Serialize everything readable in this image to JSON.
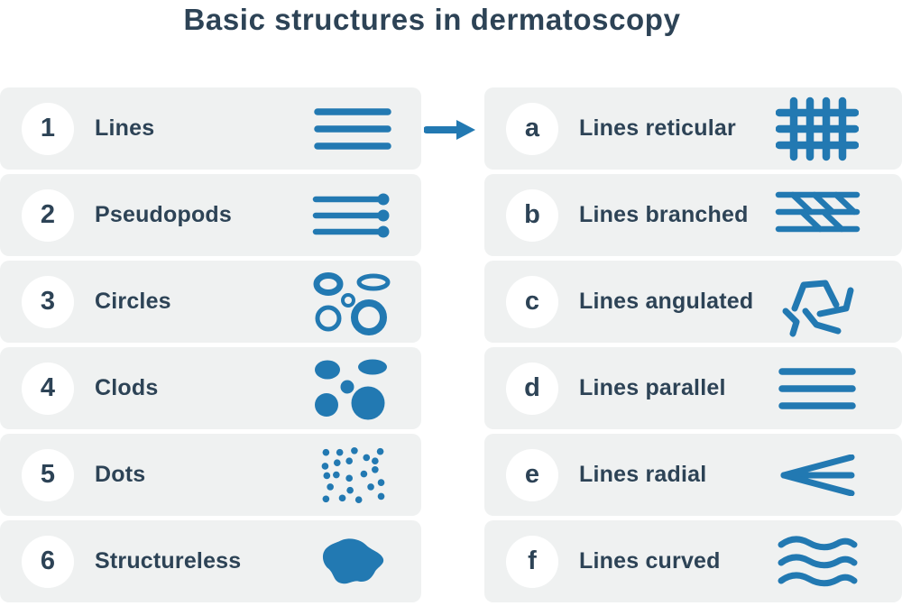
{
  "title": "Basic structures in dermatoscopy",
  "colors": {
    "accent_blue": "#2279b2",
    "text_navy": "#2d4356",
    "card_background": "#eff1f1",
    "badge_background": "#ffffff",
    "page_background": "#ffffff"
  },
  "arrow": {
    "icon": "right-arrow-icon"
  },
  "left_column": {
    "items": [
      {
        "number": "1",
        "label": "Lines",
        "icon": "lines-icon"
      },
      {
        "number": "2",
        "label": "Pseudopods",
        "icon": "pseudopods-icon"
      },
      {
        "number": "3",
        "label": "Circles",
        "icon": "circles-icon"
      },
      {
        "number": "4",
        "label": "Clods",
        "icon": "clods-icon"
      },
      {
        "number": "5",
        "label": "Dots",
        "icon": "dots-icon"
      },
      {
        "number": "6",
        "label": "Structureless",
        "icon": "structureless-icon"
      }
    ]
  },
  "right_column": {
    "items": [
      {
        "letter": "a",
        "label": "Lines reticular",
        "icon": "lines-reticular-icon"
      },
      {
        "letter": "b",
        "label": "Lines branched",
        "icon": "lines-branched-icon"
      },
      {
        "letter": "c",
        "label": "Lines angulated",
        "icon": "lines-angulated-icon"
      },
      {
        "letter": "d",
        "label": "Lines parallel",
        "icon": "lines-parallel-icon"
      },
      {
        "letter": "e",
        "label": "Lines radial",
        "icon": "lines-radial-icon"
      },
      {
        "letter": "f",
        "label": "Lines curved",
        "icon": "lines-curved-icon"
      }
    ]
  }
}
